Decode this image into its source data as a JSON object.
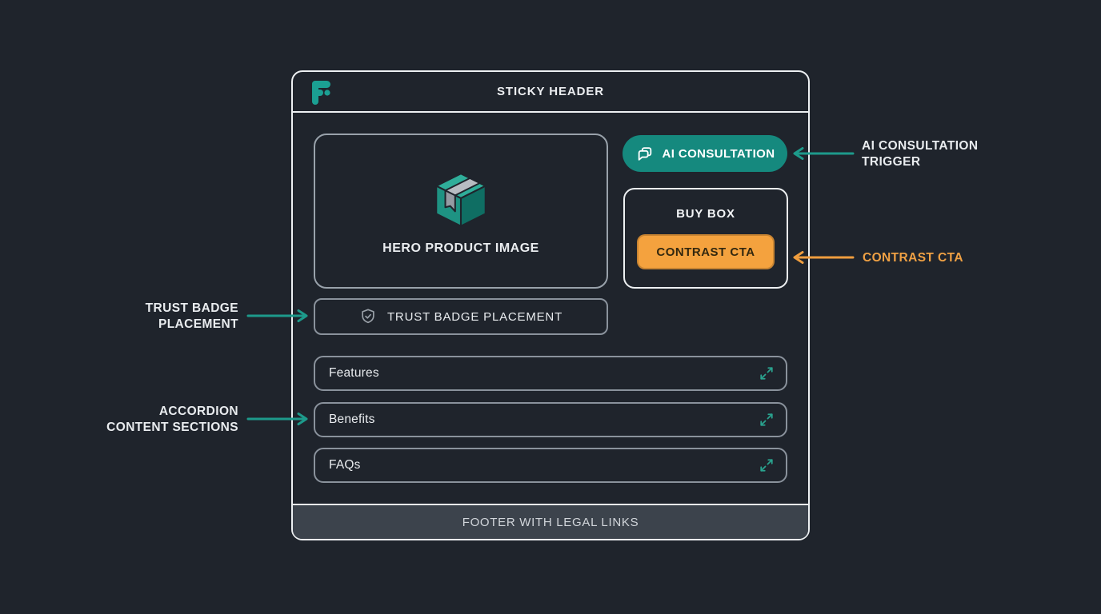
{
  "colors": {
    "background": "#1f242c",
    "outline_white": "#edf0f2",
    "outline_gray": "#8a929c",
    "outline_gray_light": "#99a2ab",
    "teal_primary": "#15897e",
    "teal_accent": "#1d9a8b",
    "teal_icon": "#2aa38f",
    "orange_accent": "#f4a23e",
    "orange_text": "#f0a144",
    "text_light": "#eceef1",
    "text_on_orange": "#33280f",
    "footer_background": "#3c434c"
  },
  "wireframe": {
    "header": {
      "title": "STICKY HEADER",
      "logo_icon": "brand-logo"
    },
    "hero": {
      "label": "HERO PRODUCT IMAGE",
      "icon": "package-box"
    },
    "ai_consultation": {
      "label": "AI CONSULTATION",
      "icon": "chat-bubbles"
    },
    "buy_box": {
      "title": "BUY BOX",
      "cta_label": "CONTRAST CTA"
    },
    "trust_badge": {
      "label": "TRUST BADGE PLACEMENT",
      "icon": "shield-check"
    },
    "accordions": [
      {
        "label": "Features",
        "icon": "expand-arrows"
      },
      {
        "label": "Benefits",
        "icon": "expand-arrows"
      },
      {
        "label": "FAQs",
        "icon": "expand-arrows"
      }
    ],
    "footer": {
      "label": "FOOTER WITH LEGAL LINKS"
    }
  },
  "annotations": {
    "ai_trigger": {
      "line1": "AI CONSULTATION",
      "line2": "TRIGGER",
      "arrow_direction": "left",
      "color": "#1d9a8b"
    },
    "contrast_cta": {
      "line1": "CONTRAST CTA",
      "arrow_direction": "left",
      "color": "#f0a144"
    },
    "trust_badge": {
      "line1": "TRUST BADGE",
      "line2": "PLACEMENT",
      "arrow_direction": "right",
      "color": "#1d9a8b"
    },
    "accordion_sections": {
      "line1": "ACCORDION",
      "line2": "CONTENT SECTIONS",
      "arrow_direction": "right",
      "color": "#1d9a8b"
    }
  }
}
